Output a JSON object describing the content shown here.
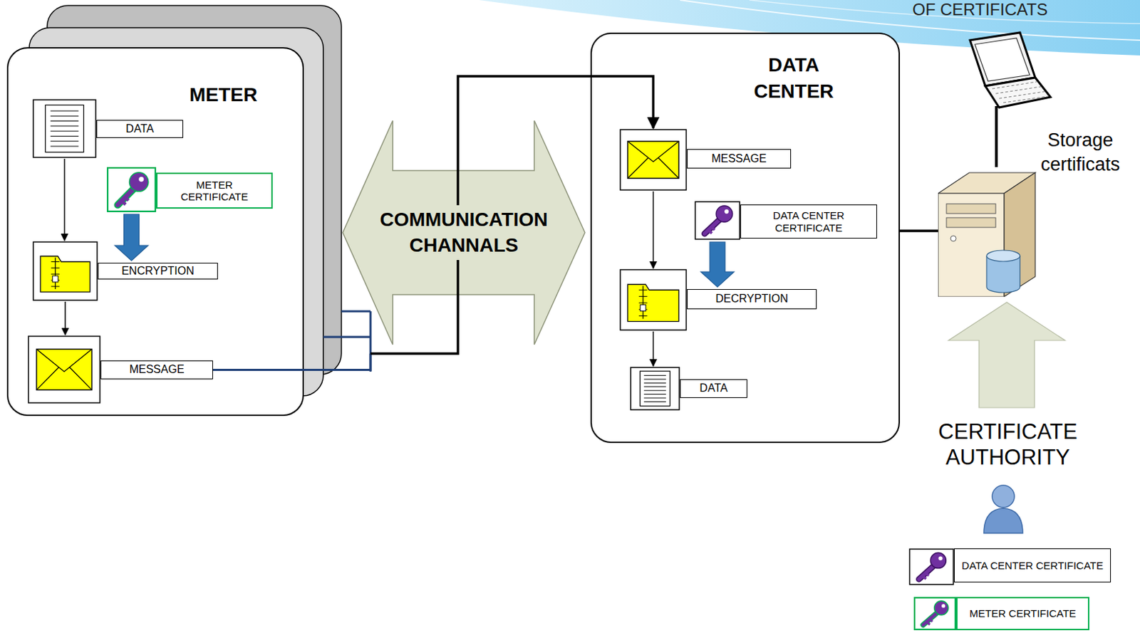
{
  "diagram": {
    "nodes": [
      {
        "text": [
          "METER"
        ]
      },
      {
        "text": [
          "DATA"
        ],
        "in": 0
      },
      {
        "text": [
          "METER CERTIFICATE"
        ],
        "in": 0
      },
      {
        "text": [
          "ENCRYPTION"
        ],
        "in": 0
      },
      {
        "text": [
          "MESSAGE"
        ],
        "in": 0
      },
      {
        "text": [
          "COMMUNICATION CHANNALS"
        ]
      },
      {
        "text": [
          "DATA CENTER"
        ]
      },
      {
        "text": [
          "MESSAGE"
        ],
        "in": 6
      },
      {
        "text": [
          "DATA CENTER CERTIFICATE"
        ],
        "in": 6
      },
      {
        "text": [
          "DECRYPTION"
        ],
        "in": 6
      },
      {
        "text": [
          "DATA"
        ],
        "in": 6
      },
      {
        "text": [
          "Storage certificats"
        ]
      },
      {
        "text": [
          "CERTIFICATE AUTHORITY"
        ]
      },
      {
        "text": [
          "DATA CENTER CERTIFICATE"
        ]
      },
      {
        "text": [
          "METER CERTIFICATE"
        ]
      }
    ],
    "edges": [
      {
        "from": 1,
        "to": 3,
        "arrow": "to"
      },
      {
        "from": 2,
        "to": 3,
        "arrow": "to"
      },
      {
        "from": 3,
        "to": 4,
        "arrow": "to"
      },
      {
        "from": 4,
        "to": 7,
        "arrow": "to"
      },
      {
        "from": 7,
        "to": 9,
        "arrow": "to"
      },
      {
        "from": 8,
        "to": 9,
        "arrow": "to"
      },
      {
        "from": 9,
        "to": 10,
        "arrow": "to"
      },
      {
        "from": 6,
        "to": 11,
        "arrow": "none"
      },
      {
        "from": 12,
        "to": 11,
        "arrow": "to"
      }
    ],
    "labels": [
      "OF CERTIFICATS"
    ]
  }
}
